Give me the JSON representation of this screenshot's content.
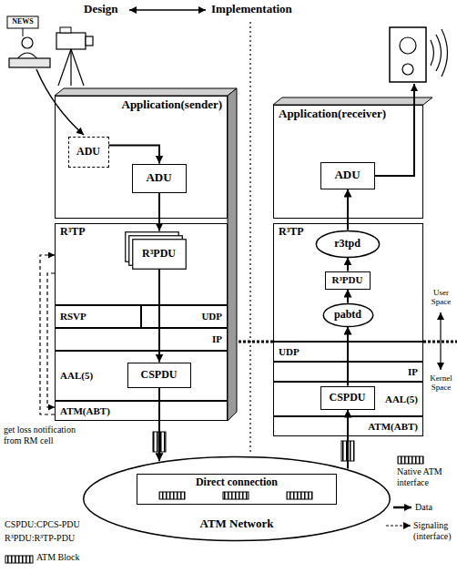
{
  "diagram": {
    "nodes": [
      {
        "text": [
          "Application(sender)"
        ]
      },
      {
        "text": [
          "ADU"
        ],
        "in": 0
      },
      {
        "text": [
          "ADU"
        ],
        "in": 0
      },
      {
        "text": [
          "Application(receiver)"
        ]
      },
      {
        "text": [
          "ADU"
        ],
        "in": 3
      },
      {
        "text": [
          "R³TP"
        ]
      },
      {
        "text": [
          "R³PDU"
        ],
        "in": 5
      },
      {
        "text": [
          "RSVP"
        ]
      },
      {
        "text": [
          "UDP"
        ]
      },
      {
        "text": [
          "IP"
        ]
      },
      {
        "text": [
          "AAL(5)"
        ]
      },
      {
        "text": [
          "CSPDU"
        ],
        "in": 10
      },
      {
        "text": [
          "ATM(ABT)"
        ]
      },
      {
        "text": [
          "R³TP"
        ]
      },
      {
        "text": [
          "r3tpd"
        ],
        "in": 13
      },
      {
        "text": [
          "R³PDU"
        ],
        "in": 13
      },
      {
        "text": [
          "pabtd"
        ],
        "in": 13
      },
      {
        "text": [
          "UDP"
        ]
      },
      {
        "text": [
          "IP"
        ]
      },
      {
        "text": [
          "AAL(5)"
        ]
      },
      {
        "text": [
          "CSPDU"
        ],
        "in": 19
      },
      {
        "text": [
          "ATM(ABT)"
        ]
      },
      {
        "text": [
          "ATM Network"
        ]
      },
      {
        "text": [
          "Direct connection"
        ],
        "in": 22
      }
    ],
    "edges": [
      {
        "from": 1,
        "to": 2,
        "arrow": "to"
      },
      {
        "from": 2,
        "to": 6,
        "arrow": "to"
      },
      {
        "from": 6,
        "to": 11,
        "arrow": "to"
      },
      {
        "from": 11,
        "to": 22,
        "arrow": "to"
      },
      {
        "from": 22,
        "to": 20,
        "arrow": "to"
      },
      {
        "from": 20,
        "to": 16,
        "arrow": "to"
      },
      {
        "from": 16,
        "to": 15,
        "arrow": "to"
      },
      {
        "from": 15,
        "to": 14,
        "arrow": "to"
      },
      {
        "from": 14,
        "to": 4,
        "arrow": "to"
      },
      {
        "from": 12,
        "to": 5,
        "arrow": "to"
      },
      {
        "from": 5,
        "to": 12,
        "arrow": "to"
      }
    ],
    "labels": [
      "Design",
      "Implementation",
      "NEWS",
      "User Space",
      "Kernel Space",
      "get loss notification from RM cell",
      "CSPDU:CPCS-PDU",
      "R³PDU:R³TP-PDU"
    ],
    "legend": [
      {
        "text": "Native ATM interface"
      },
      {
        "text": "Data"
      },
      {
        "text": "Signaling (interface)"
      },
      {
        "text": "ATM Block"
      }
    ]
  }
}
